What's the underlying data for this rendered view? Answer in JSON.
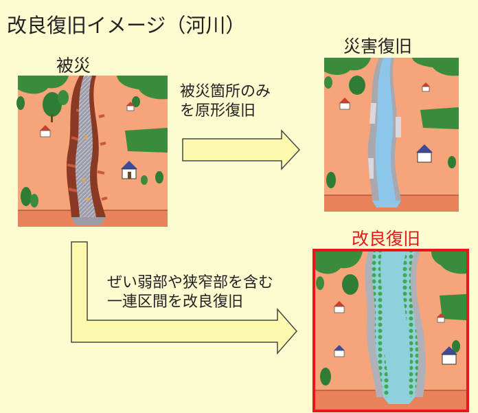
{
  "title": "改良復旧イメージ（河川）",
  "labels": {
    "damaged": "被災",
    "restoration": "災害復旧",
    "improvement": "改良復旧"
  },
  "notes": {
    "restoration_lines": [
      "被災箇所のみ",
      "を原形復旧"
    ],
    "improvement_lines": [
      "ぜい弱部や狭窄部を含む",
      "一連区間を改良復旧"
    ]
  },
  "colors": {
    "background": "#fdfbd0",
    "land": "#f6a47a",
    "river": "#8ec6ea",
    "arrow_fill": "#fdfab0",
    "highlight": "#e8161b"
  }
}
